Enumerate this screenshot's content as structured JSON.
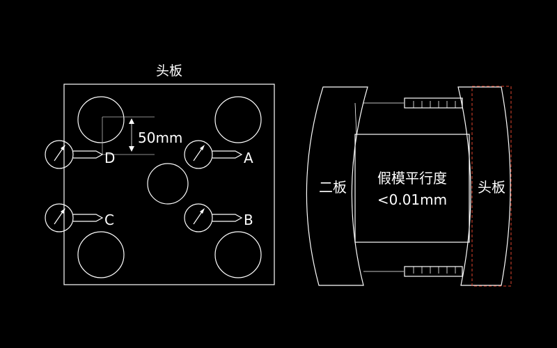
{
  "left_view": {
    "title": "头板",
    "dimension": "50mm",
    "gauges": [
      "D",
      "A",
      "C",
      "B"
    ]
  },
  "right_view": {
    "left_plate": "二板",
    "right_plate": "头板",
    "center_line1": "假模平行度",
    "center_line2": "<0.01mm"
  },
  "colors": {
    "background": "#000000",
    "line": "#ffffff",
    "dashed_outline": "#e0452e"
  }
}
